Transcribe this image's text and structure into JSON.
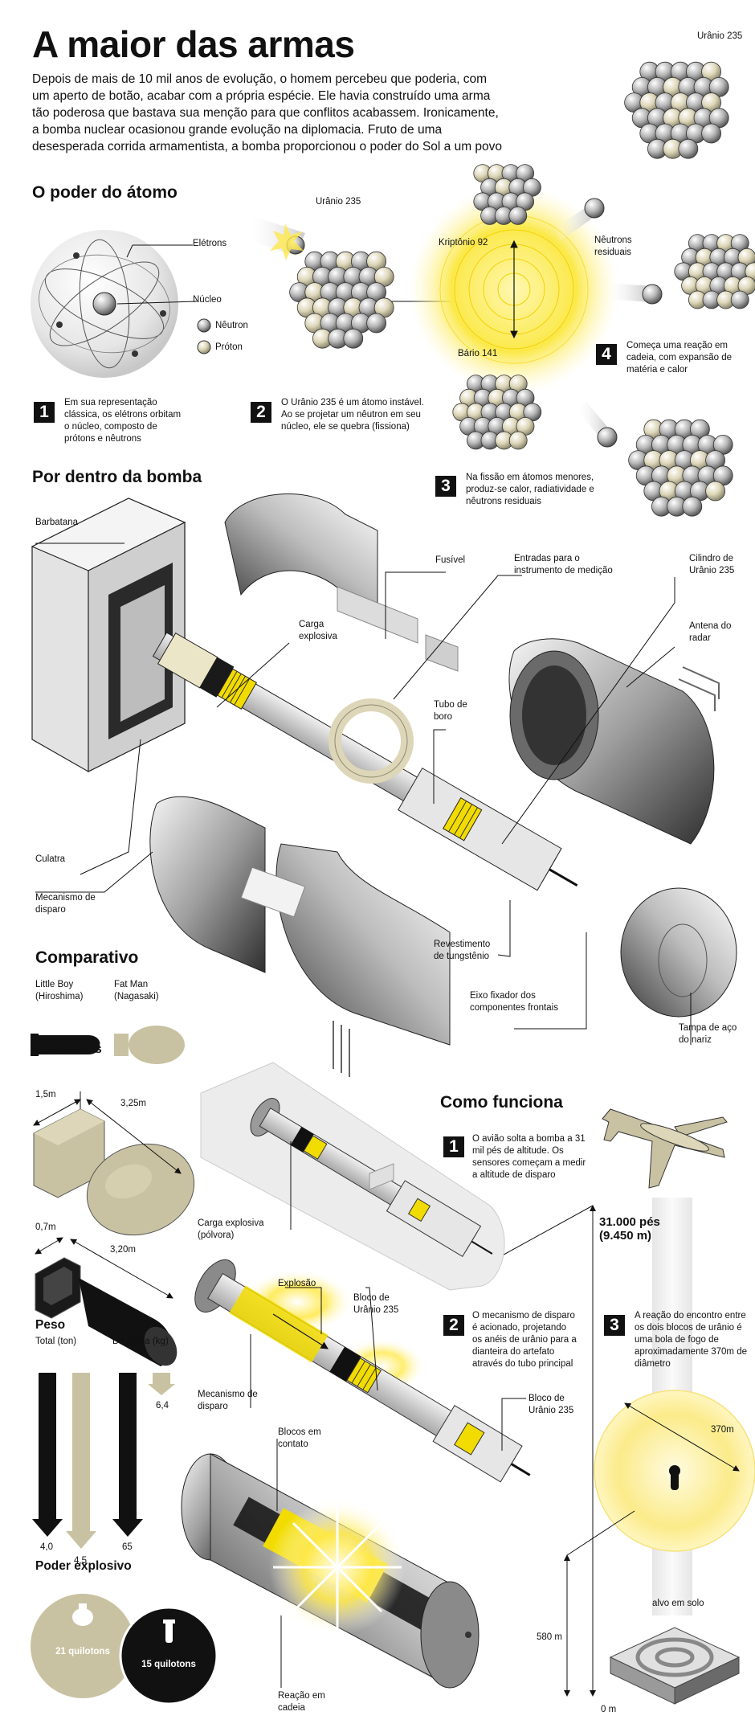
{
  "header": {
    "title": "A maior das armas",
    "intro": "Depois de mais de 10 mil anos de evolução, o homem percebeu que poderia, com um aperto de botão, acabar com a própria espécie. Ele havia construído uma arma tão poderosa que bastava sua menção para que conflitos acabassem. Ironicamente, a bomba nuclear ocasionou grande evolução na diplomacia. Fruto de uma desesperada corrida armamentista, a bomba proporcionou o poder do Sol a um povo"
  },
  "atom": {
    "heading": "O poder do átomo",
    "labels": {
      "electrons": "Elétrons",
      "nucleus": "Núcleo",
      "neutron": "Nêutron",
      "proton": "Próton",
      "uranium_top": "Urânio 235",
      "uranium_mid": "Urânio 235",
      "krypton": "Kriptônio 92",
      "barium": "Bário 141",
      "residual_neutrons": "Nêutrons residuais"
    },
    "steps": [
      {
        "n": "1",
        "text": "Em sua representação clássica, os elétrons orbitam o núcleo, composto de prótons e nêutrons"
      },
      {
        "n": "2",
        "text": "O Urânio 235 é um átomo instável. Ao se projetar um nêutron em seu núcleo, ele se quebra (fissiona)"
      },
      {
        "n": "3",
        "text": "Na fissão em átomos menores, produz-se calor, radiatividade e nêutrons residuais"
      },
      {
        "n": "4",
        "text": "Começa uma reação em cadeia, com expansão de matéria e calor"
      }
    ]
  },
  "bomb": {
    "heading": "Por dentro da bomba",
    "labels": {
      "fin": "Barbatana",
      "fuse": "Fusível",
      "inlets": "Entradas para o instrumento de medição",
      "cylinder": "Cilindro de Urânio 235",
      "radar": "Antena do radar",
      "charge": "Carga explosiva",
      "boron": "Tubo de boro",
      "breech": "Culatra",
      "firing": "Mecanismo de disparo",
      "tungsten": "Revestimento de tungstênio",
      "axis": "Eixo fixador dos componentes frontais",
      "nose": "Tampa de aço do nariz"
    }
  },
  "comparison": {
    "heading": "Comparativo",
    "little_boy": "Little Boy (Hiroshima)",
    "fat_man": "Fat Man (Nagasaki)",
    "dims_heading": "Dimensões",
    "dims": {
      "fm_diam": "1,5m",
      "fm_len": "3,25m",
      "lb_diam": "0,7m",
      "lb_len": "3,20m"
    },
    "weight_heading": "Peso",
    "total_label": "Total (ton)",
    "charge_label": "Da carga (kg)",
    "weights": {
      "lb_total": "4,0",
      "fm_total": "4,5",
      "lb_charge": "65",
      "fm_charge": "6,4"
    },
    "power_heading": "Poder explosivo",
    "fm_power": "21 quilotons",
    "lb_power": "15 quilotons"
  },
  "how": {
    "heading": "Como funciona",
    "steps": [
      {
        "n": "1",
        "text": "O avião solta a bomba a 31 mil pés de altitude. Os sensores começam a medir a altitude de disparo"
      },
      {
        "n": "2",
        "text": "O mecanismo de disparo é acionado, projetando os anéis de urânio para a dianteira do artefato através do tubo principal"
      },
      {
        "n": "3",
        "text": "A reação do encontro entre os dois blocos de urânio é uma bola de fogo de aproximadamente 370m de diâmetro"
      }
    ],
    "altitude": "31.000 pés (9.450 m)",
    "labels": {
      "charge": "Carga explosiva (pólvora)",
      "explosion": "Explosão",
      "block1": "Bloco de Urânio 235",
      "firing": "Mecanismo de disparo",
      "block2": "Bloco de Urânio 235",
      "contact": "Blocos em contato",
      "chain": "Reação em cadeia",
      "diameter": "370m",
      "target": "alvo em solo",
      "h580": "580 m",
      "h0": "0 m"
    }
  },
  "colors": {
    "ink": "#111111",
    "khaki": "#c9c2a2",
    "yellow": "#f2dc00",
    "glow": "#fff3a0",
    "grey": "#9a9a9a"
  }
}
